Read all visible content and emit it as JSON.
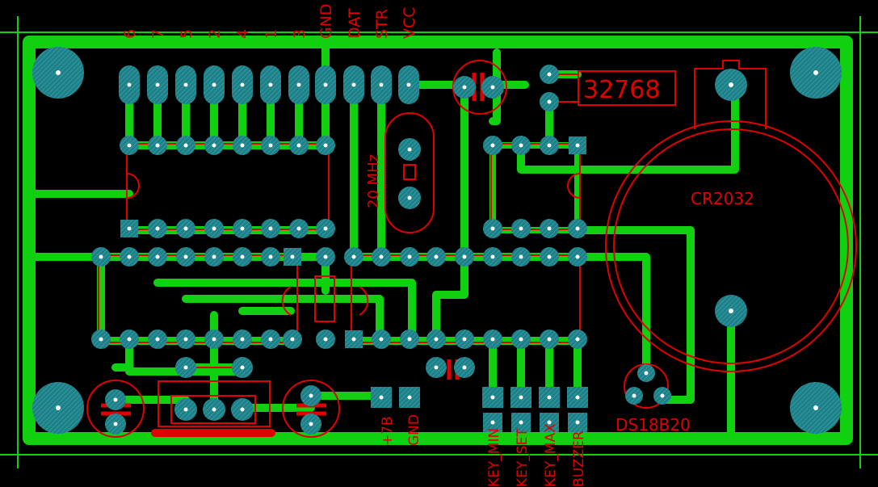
{
  "header_pins": [
    "6",
    "7",
    "5",
    "2",
    "4",
    "1",
    "3",
    "GND",
    "DAT",
    "STR",
    "VCC"
  ],
  "crystal_freq": "20 MHz",
  "rtc_crystal": "32768",
  "battery": "CR2032",
  "sensor": "DS18B20",
  "power_pins": [
    "+7B",
    "GND"
  ],
  "key_pins": [
    "KEY_MIN",
    "KEY_SET",
    "KEY_MAX",
    "BUZZER"
  ],
  "colors": {
    "background": "#000000",
    "copper": "#10d010",
    "silkscreen": "#e00000",
    "pad": "#1f7f87",
    "drill": "#ffffff"
  }
}
